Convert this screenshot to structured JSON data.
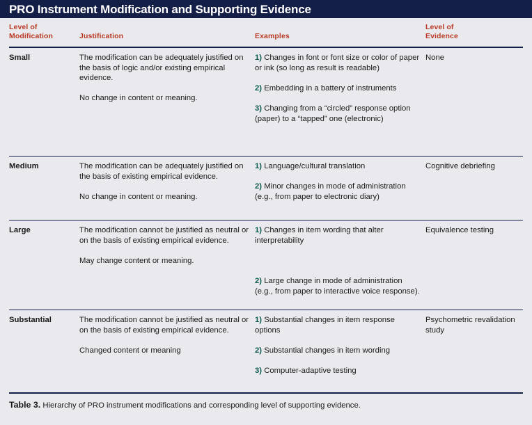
{
  "figure": {
    "title": "PRO Instrument Modification and Supporting Evidence",
    "accent_navy": "#141f47",
    "accent_red": "#b93a26",
    "accent_teal": "#0d5a4f",
    "background": "#eaeaee"
  },
  "columns": {
    "level_of_modification": "Level of\nModification",
    "justification": "Justification",
    "examples": "Examples",
    "level_of_evidence": "Level of\nEvidence"
  },
  "rows": [
    {
      "level": "Small",
      "justification": [
        "The modification can be adequately justified on the basis of logic and/or existing empirical evidence.",
        "No change in content or meaning."
      ],
      "examples": [
        {
          "num": "1)",
          "text": "Changes in font or font size or color of paper or ink (so long as result is readable)"
        },
        {
          "num": "2)",
          "text": "Embedding in a battery of instruments"
        },
        {
          "num": "3)",
          "text": "Changing from a “circled” response option (paper) to a “tapped” one (electronic)"
        }
      ],
      "evidence": "None"
    },
    {
      "level": "Medium",
      "justification": [
        "The modification can be adequately justified on the basis of existing empirical evidence.",
        "No change in content or meaning."
      ],
      "examples": [
        {
          "num": "1)",
          "text": "Language/cultural translation"
        },
        {
          "num": "2)",
          "text": "Minor changes in mode of administration (e.g., from paper to electronic diary)"
        }
      ],
      "evidence": "Cognitive debriefing"
    },
    {
      "level": "Large",
      "justification": [
        "The modification cannot be justified as neutral or on the basis of existing empirical evidence.",
        "May change content or meaning."
      ],
      "examples": [
        {
          "num": "1)",
          "text": "Changes in item wording that alter interpretability"
        },
        {
          "num": "2)",
          "text": "Large change in mode of administration (e.g., from paper to interactive voice response)."
        }
      ],
      "evidence": "Equivalence testing"
    },
    {
      "level": "Substantial",
      "justification": [
        "The modification cannot be justified as neutral or on the basis of existing empirical evidence.",
        "Changed content or meaning"
      ],
      "examples": [
        {
          "num": "1)",
          "text": "Substantial changes in item response options"
        },
        {
          "num": "2)",
          "text": "Substantial changes in item wording"
        },
        {
          "num": "3)",
          "text": "Computer-adaptive testing"
        }
      ],
      "evidence": "Psychometric revalidation study"
    }
  ],
  "caption": {
    "label": "Table 3.",
    "text": "Hierarchy of PRO instrument modifications and corresponding level of supporting evidence."
  }
}
